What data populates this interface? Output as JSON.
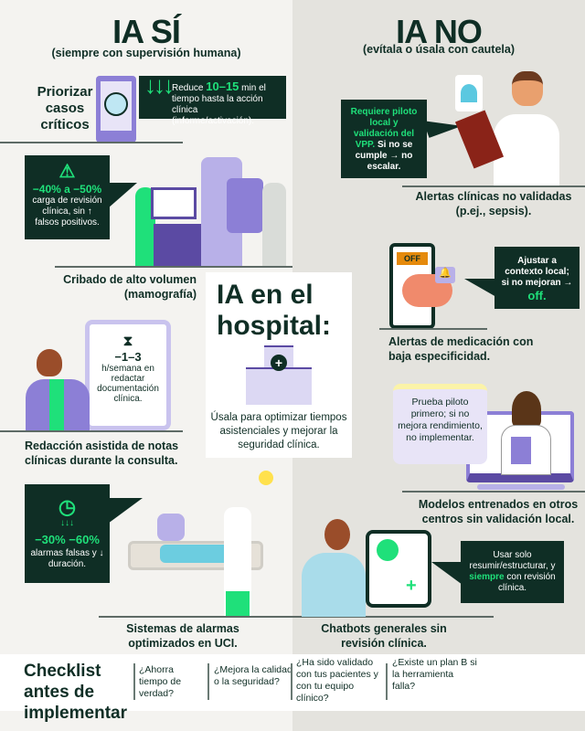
{
  "left": {
    "title": "IA SÍ",
    "subtitle": "(siempre con supervisión humana)",
    "item1": {
      "label": "Priorizar casos críticos",
      "text_pre": "Reduce ",
      "highlight": "10–15",
      "text_post": " min el tiempo hasta la acción clínica (informe/activación)."
    },
    "item2": {
      "highlight": "−40% a −50%",
      "text": "carga de revisión clínica, sin ↑ falsos positivos.",
      "caption": "Cribado de alto volumen (mamografía)"
    },
    "item3": {
      "highlight": "−1–3",
      "text": "h/semana en redactar documentación clínica.",
      "caption": "Redacción asistida de notas clínicas durante la consulta."
    },
    "item4": {
      "highlight": "−30% −60%",
      "text": "alarmas falsas y ↓ duración.",
      "caption": "Sistemas de alarmas optimizados en UCI."
    }
  },
  "right": {
    "title": "IA NO",
    "subtitle": "(evítala o úsala con cautela)",
    "item1": {
      "highlight": "Requiere piloto local y validación del VPP.",
      "text": " Si no se cumple → no escalar.",
      "caption": "Alertas clínicas no validadas (p.ej., sepsis)."
    },
    "item2": {
      "badge": "OFF",
      "text": "Ajustar a contexto local; si no mejoran →",
      "highlight": "off.",
      "caption": "Alertas de medicación con baja especificidad."
    },
    "item3": {
      "text": "Prueba piloto primero; si no mejora rendimiento, no implementar.",
      "caption": "Modelos entrenados en otros centros sin validación local."
    },
    "item4": {
      "text_pre": "Usar solo resumir/estructurar, y ",
      "highlight": "siempre",
      "text_post": " con revisión clínica.",
      "caption": "Chatbots generales sin revisión clínica."
    }
  },
  "center": {
    "title": "IA en el hospital:",
    "text": "Úsala para optimizar tiempos asistenciales y mejorar la seguridad clínica."
  },
  "checklist": {
    "title": "Checklist antes de implementar",
    "items": [
      "¿Ahorra tiempo de verdad?",
      "¿Mejora la calidad o la seguridad?",
      "¿Ha sido validado con tus pacientes y con tu equipo clínico?",
      "¿Existe un plan B si la herramienta falla?"
    ]
  },
  "colors": {
    "dark": "#0f2e25",
    "accent": "#1fe07a",
    "purple": "#8c7fd6",
    "orange": "#e58a0c"
  }
}
